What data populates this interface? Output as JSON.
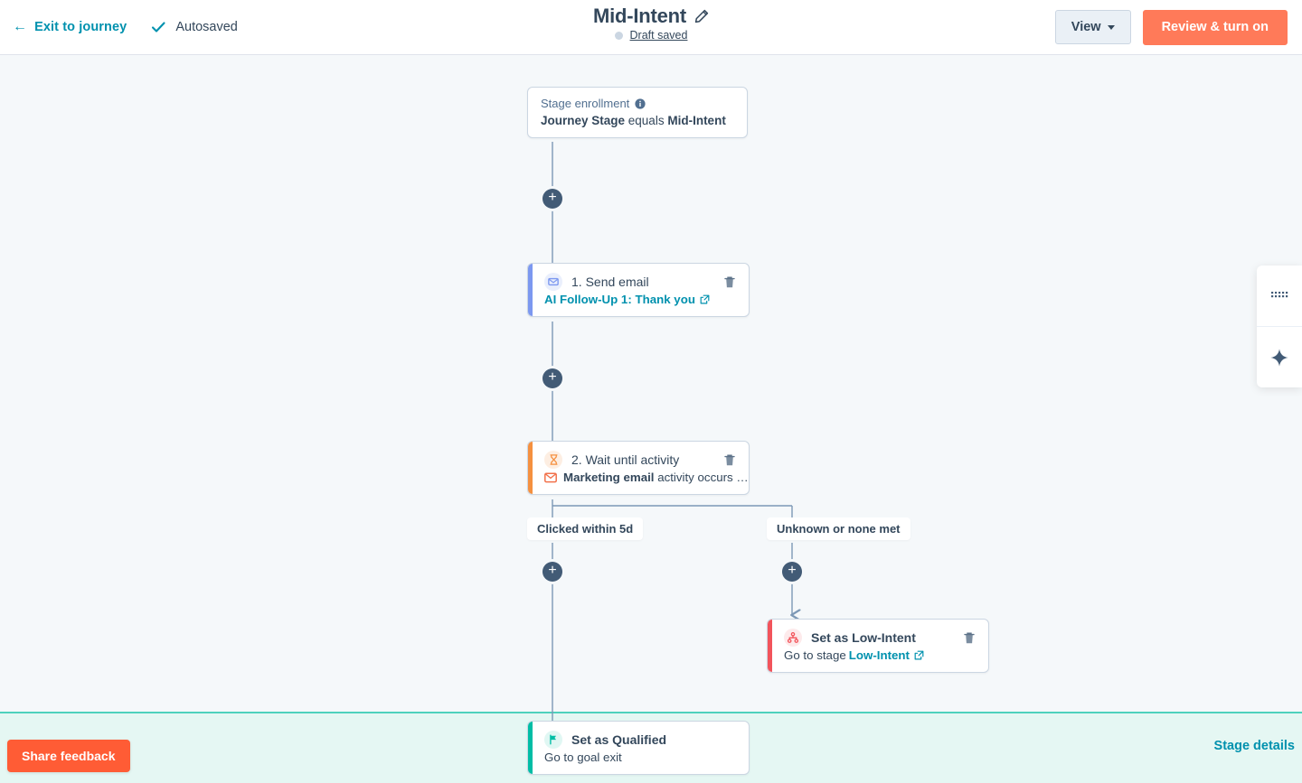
{
  "header": {
    "exit_label": "Exit to journey",
    "exit_icon": "arrow-left-icon",
    "autosaved_label": "Autosaved",
    "autosaved_icon": "check-icon",
    "title": "Mid-Intent",
    "edit_icon": "pencil-icon",
    "status_dot_color": "#cbd6e2",
    "draft_label": "Draft saved",
    "view_button": "View",
    "view_caret_icon": "chevron-down-icon",
    "primary_button": "Review & turn on",
    "primary_color": "#ff7a59"
  },
  "canvas": {
    "background": "#f5f8fa",
    "enrollment": {
      "label": "Stage enrollment",
      "info_icon": "info-icon",
      "condition_prefix": "Journey Stage",
      "condition_mid": " equals ",
      "condition_value": "Mid-Intent"
    },
    "nodes": [
      {
        "id": "send-email",
        "title": "1. Send email",
        "accent": "#7c98f0",
        "icon": "email-icon",
        "icon_bg": "#eaeffc",
        "icon_color": "#7c98f0",
        "sub_link": "AI Follow-Up 1: Thank you",
        "sub_link_icon": "external-link-icon",
        "delete_icon": "trash-icon"
      },
      {
        "id": "wait-until-activity",
        "title": "2. Wait until activity",
        "accent": "#f5903f",
        "icon": "hourglass-icon",
        "icon_bg": "#fdeee2",
        "icon_color": "#f5903f",
        "sub_icon": "marketing-email-icon",
        "sub_bold": "Marketing email",
        "sub_rest": " activity occurs …",
        "delete_icon": "trash-icon"
      },
      {
        "id": "set-as-low-intent",
        "title": "Set as Low-Intent",
        "accent": "#f2545b",
        "icon": "branch-icon",
        "icon_bg": "#fdeaeb",
        "icon_color": "#f2545b",
        "sub_prefix": "Go to stage ",
        "sub_link": "Low-Intent",
        "sub_link_icon": "external-link-icon",
        "delete_icon": "trash-icon"
      },
      {
        "id": "set-as-qualified",
        "title": "Set as Qualified",
        "accent": "#00bda5",
        "icon": "flag-icon",
        "icon_bg": "#e0f7f3",
        "icon_color": "#00bda5",
        "sub_text": "Go to goal exit"
      }
    ],
    "branches": [
      {
        "id": "clicked",
        "label": "Clicked within 5d"
      },
      {
        "id": "unknown",
        "label": "Unknown or none met"
      }
    ],
    "add_step_glyph": "+",
    "add_step_name": "plus-icon",
    "goal_zone": {
      "border_color": "#4fd1bd",
      "background": "#e5f7f3",
      "stage_details_label": "Stage details"
    }
  },
  "toolbar": {
    "grid_icon": "grid-dots-icon",
    "ai_icon": "sparkle-icon"
  },
  "footer": {
    "share_feedback_label": "Share feedback",
    "share_feedback_color": "#ff5c35"
  }
}
